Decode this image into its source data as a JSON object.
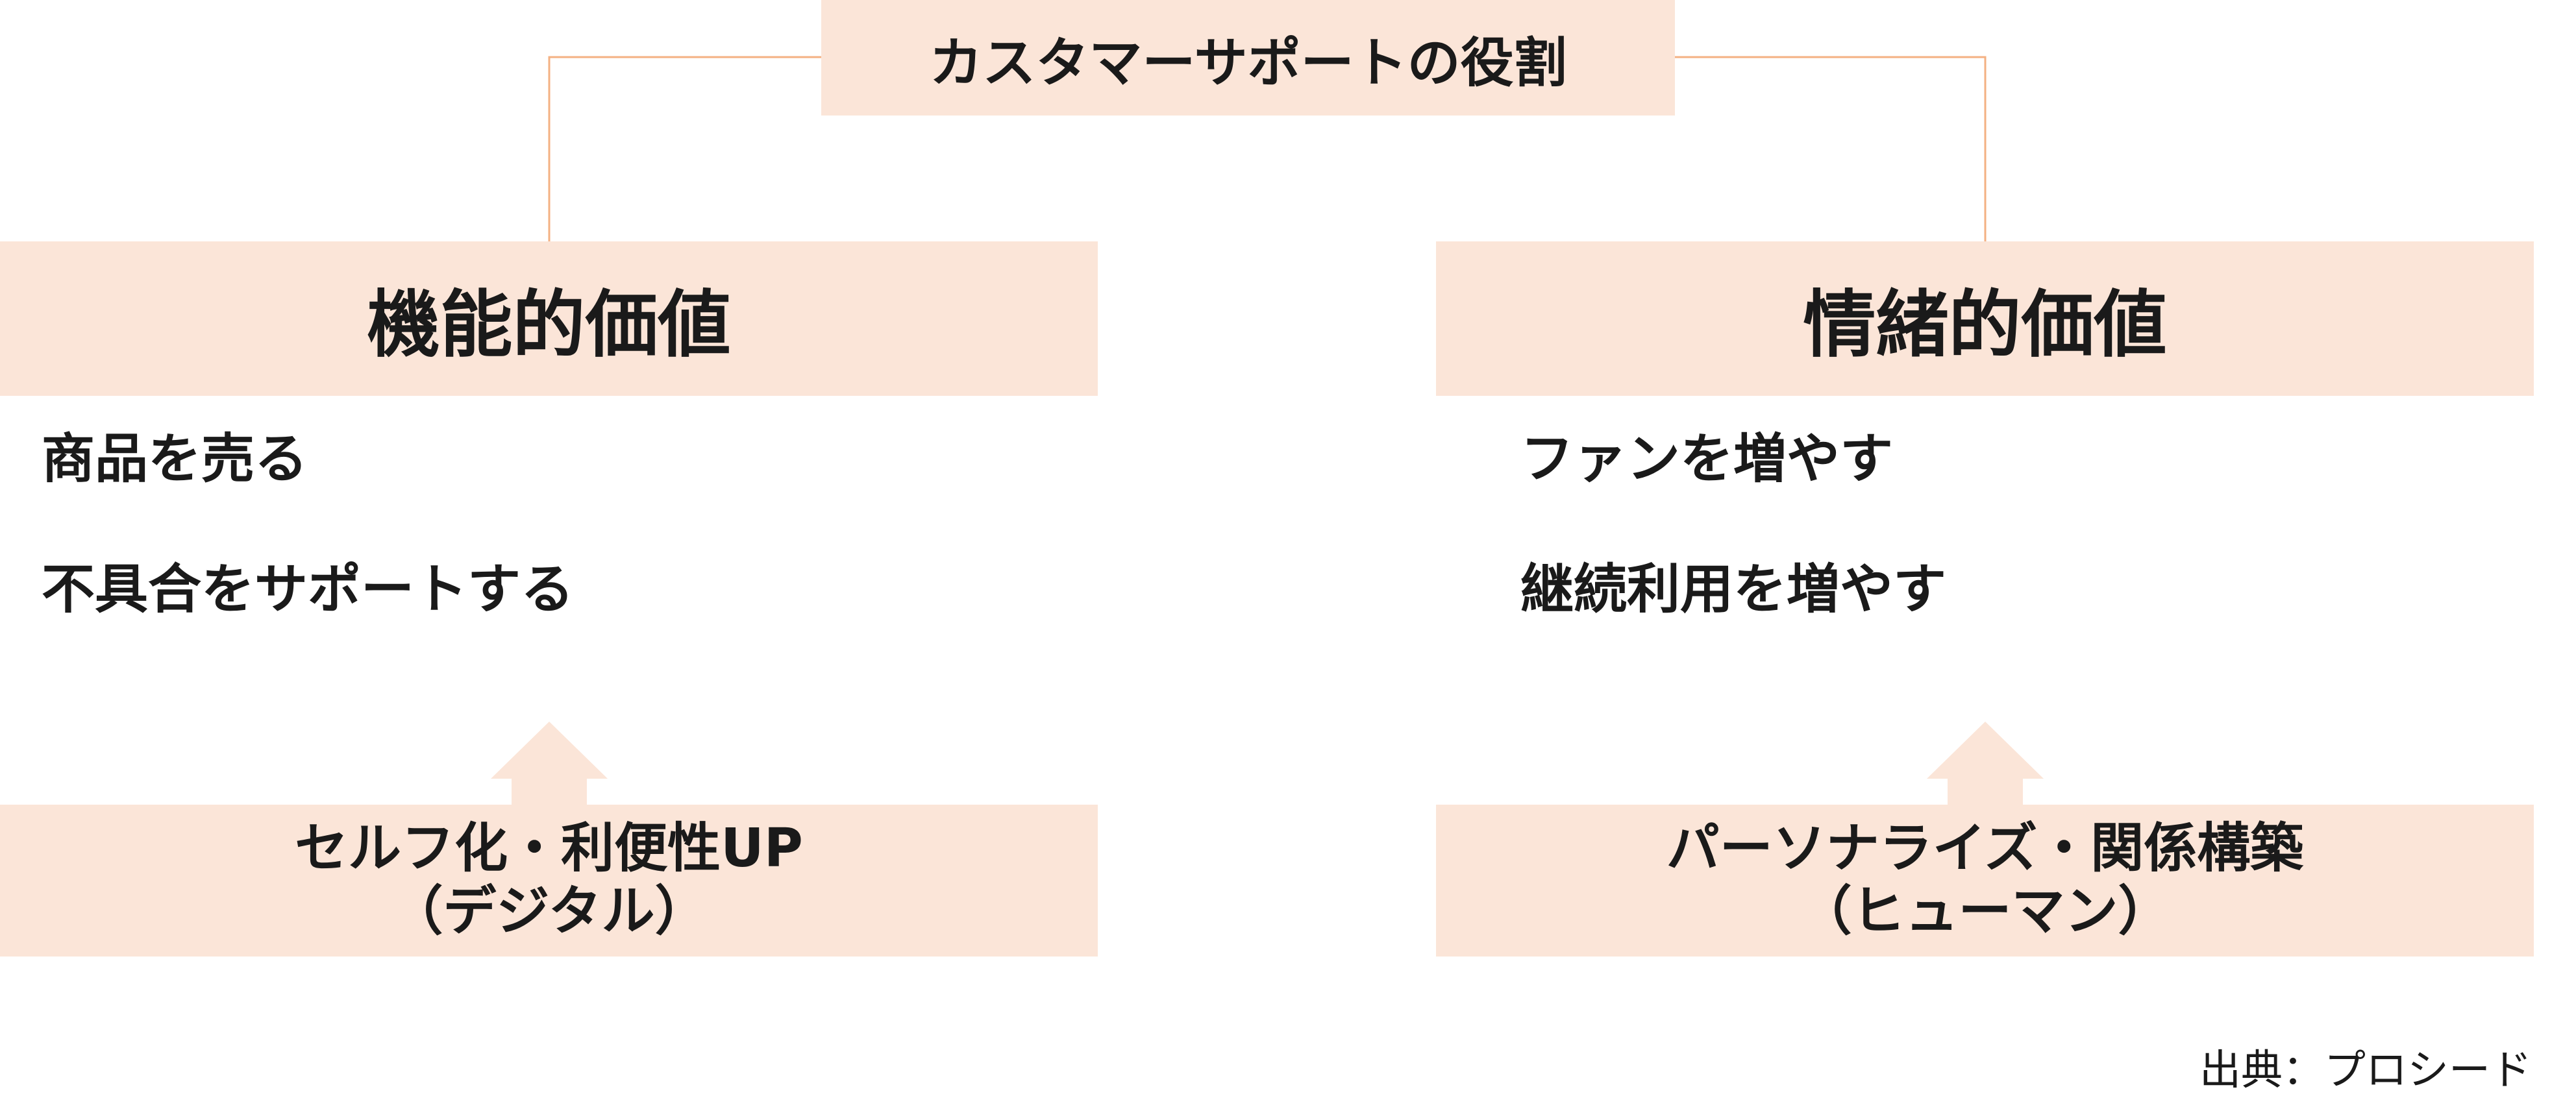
{
  "root": {
    "title": "カスタマーサポートの役割"
  },
  "left": {
    "header": "機能的価値",
    "items": [
      "商品を売る",
      "不具合をサポートする"
    ],
    "footer": {
      "line1": "セルフ化・利便性UP",
      "line2": "（デジタル）"
    }
  },
  "right": {
    "header": "情緒的価値",
    "items": [
      "ファンを増やす",
      "継続利用を増やす"
    ],
    "footer": {
      "line1": "パーソナライズ・関係構築",
      "line2": "（ヒューマン）"
    }
  },
  "source": "出典：プロシード",
  "colors": {
    "box_fill": "#fbe5d8",
    "connector": "#f4b183",
    "arrow": "#fbe5d8"
  }
}
